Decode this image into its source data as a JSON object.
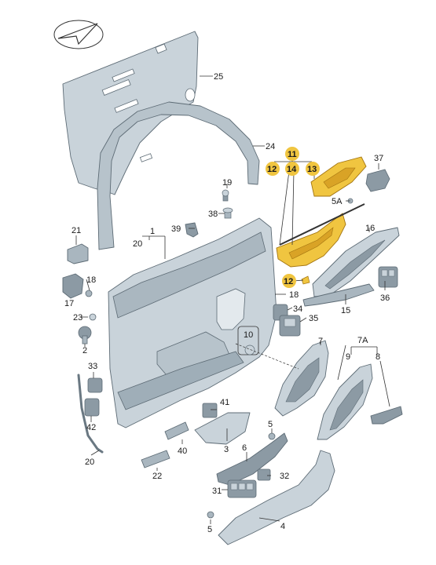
{
  "colors": {
    "part_fill": "#c9d3da",
    "part_dark": "#8c9aa4",
    "part_light": "#e3e9ed",
    "highlight_fill": "#f0c540",
    "highlight_part": "#d9a326"
  },
  "icons": [
    "direction-arrow-icon"
  ],
  "labels": {
    "p1": "1",
    "p2": "2",
    "p3": "3",
    "p4": "4",
    "p5": "5",
    "p5a": "5A",
    "p6": "6",
    "p7": "7",
    "p7a": "7A",
    "p8": "8",
    "p9": "9",
    "p10": "10",
    "p11": "11",
    "p12a": "12",
    "p12b": "12",
    "p13": "13",
    "p14": "14",
    "p15": "15",
    "p16": "16",
    "p17": "17",
    "p18a": "18",
    "p18b": "18",
    "p19": "19",
    "p20a": "20",
    "p20b": "20",
    "p21": "21",
    "p22": "22",
    "p23": "23",
    "p24": "24",
    "p25": "25",
    "p31": "31",
    "p32": "32",
    "p33": "33",
    "p34": "34",
    "p35": "35",
    "p36": "36",
    "p37": "37",
    "p38": "38",
    "p39": "39",
    "p40": "40",
    "p41": "41",
    "p42": "42"
  }
}
